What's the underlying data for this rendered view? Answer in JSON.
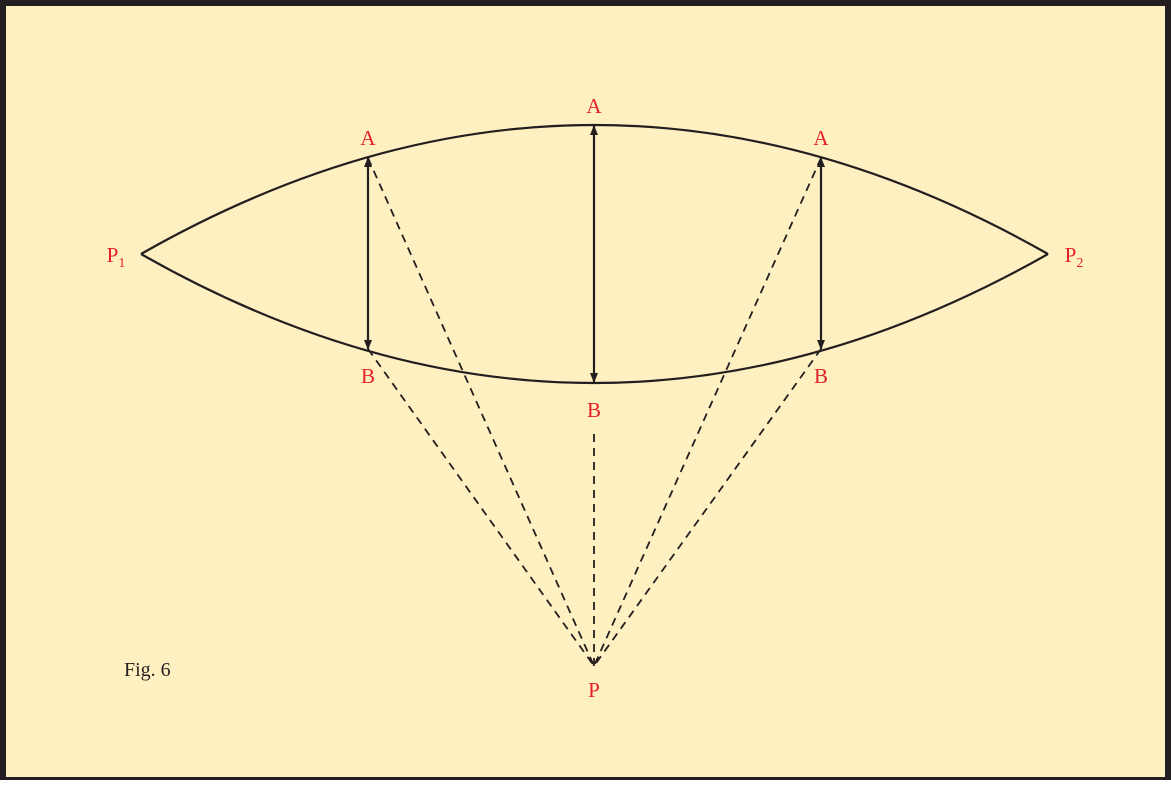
{
  "figure": {
    "caption": "Fig. 6",
    "colors": {
      "background": "#fef0c0",
      "border": "#231f20",
      "label": "#e4202b",
      "line": "#231f20"
    },
    "labels": {
      "p1_letter": "P",
      "p1_sub": "1",
      "p2_letter": "P",
      "p2_sub": "2",
      "point_a": "A",
      "point_b": "B",
      "point_p": "P"
    }
  }
}
